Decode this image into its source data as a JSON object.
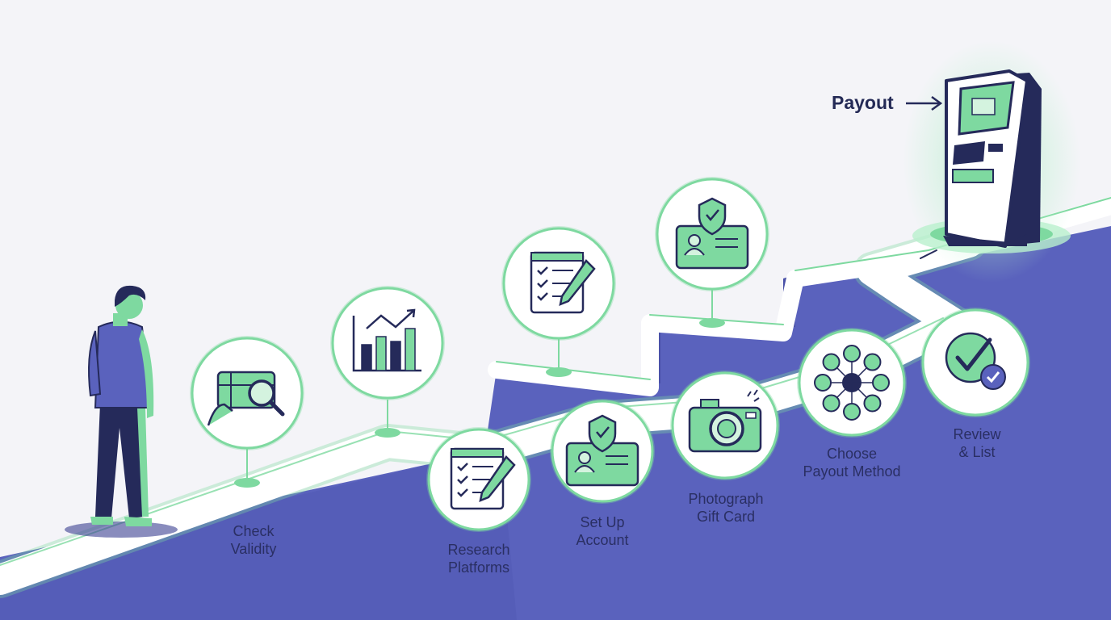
{
  "destination": {
    "label": "Payout",
    "icon": "kiosk-icon"
  },
  "steps": [
    {
      "line1": "Check",
      "line2": "Validity",
      "icon": "gift-card-magnifier-icon"
    },
    {
      "line1": "",
      "line2": "",
      "icon": "bar-chart-icon"
    },
    {
      "line1": "Research",
      "line2": "Platforms",
      "icon": "checklist-pen-icon"
    },
    {
      "line1": "",
      "line2": "",
      "icon": "checklist-pen-icon"
    },
    {
      "line1": "Set Up",
      "line2": "Account",
      "icon": "id-card-shield-icon"
    },
    {
      "line1": "",
      "line2": "",
      "icon": "id-card-shield-icon"
    },
    {
      "line1": "Photograph",
      "line2": "Gift Card",
      "icon": "camera-icon"
    },
    {
      "line1": "Choose",
      "line2": "Payout Method",
      "icon": "payment-network-icon"
    },
    {
      "line1": "Review",
      "line2": "& List",
      "icon": "verified-check-icon"
    }
  ],
  "colors": {
    "ground": "#5a62bd",
    "ground_dark": "#4a51a8",
    "path": "#ffffff",
    "accent": "#7ed9a0",
    "accent_light": "#d4f3df",
    "ink": "#252a5a",
    "background": "#f4f4f8"
  }
}
